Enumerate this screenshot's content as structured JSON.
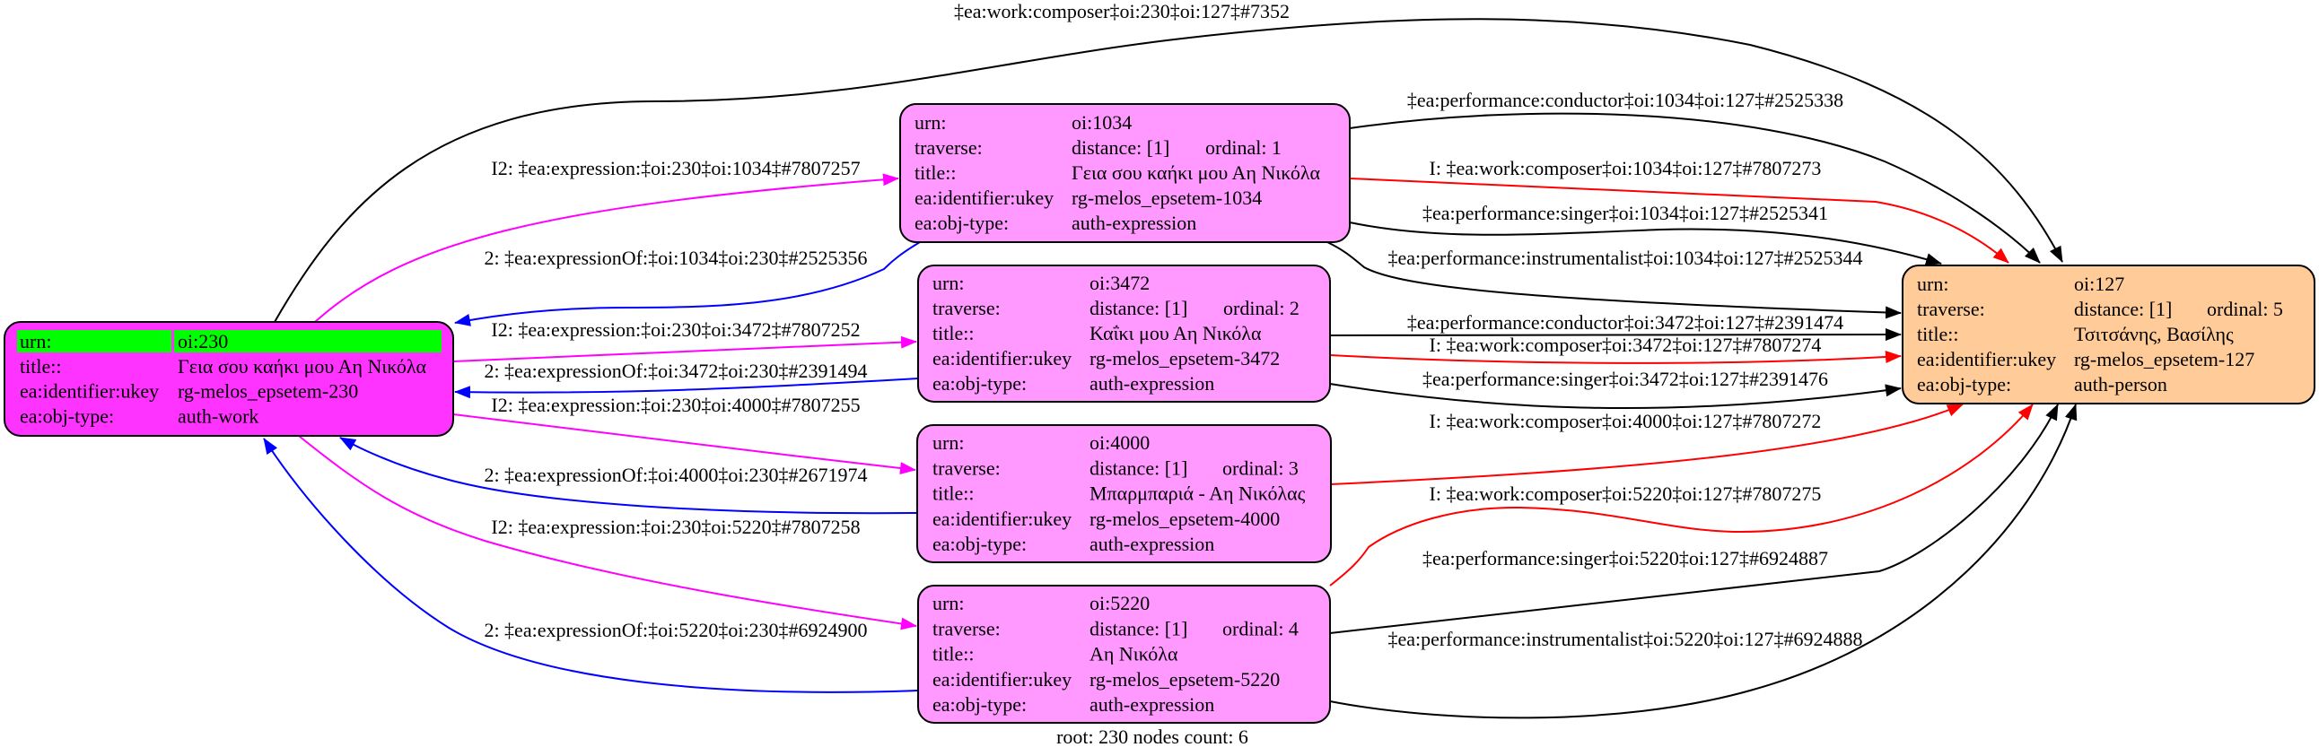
{
  "colors": {
    "root_fill": "#ff33ff",
    "root_highlight": "#00ff00",
    "expression_fill": "#ff99ff",
    "person_fill": "#ffcc99",
    "edge_expression": "#ff00ff",
    "edge_expression_of": "#0000ff",
    "edge_composer": "#ff0000",
    "edge_performance": "#000000"
  },
  "nodes": [
    {
      "id": "230",
      "type": "auth-work",
      "rows": [
        {
          "label": "urn:",
          "value": "oi:230"
        },
        {
          "label": "title::",
          "value": "Γεια σου καήκι μου Αη Νικόλα"
        },
        {
          "label": "ea:identifier:ukey",
          "value": "rg-melos_epsetem-230"
        },
        {
          "label": "ea:obj-type:",
          "value": "auth-work"
        }
      ]
    },
    {
      "id": "1034",
      "type": "auth-expression",
      "rows": [
        {
          "label": "urn:",
          "value": "oi:1034"
        },
        {
          "label": "traverse:",
          "value": "distance: [1]",
          "extra": "ordinal: 1"
        },
        {
          "label": "title::",
          "value": "Γεια σου καήκι μου Αη Νικόλα"
        },
        {
          "label": "ea:identifier:ukey",
          "value": "rg-melos_epsetem-1034"
        },
        {
          "label": "ea:obj-type:",
          "value": "auth-expression"
        }
      ]
    },
    {
      "id": "3472",
      "type": "auth-expression",
      "rows": [
        {
          "label": "urn:",
          "value": "oi:3472"
        },
        {
          "label": "traverse:",
          "value": "distance: [1]",
          "extra": "ordinal: 2"
        },
        {
          "label": "title::",
          "value": "Καΐκι μου Αη Νικόλα"
        },
        {
          "label": "ea:identifier:ukey",
          "value": "rg-melos_epsetem-3472"
        },
        {
          "label": "ea:obj-type:",
          "value": "auth-expression"
        }
      ]
    },
    {
      "id": "4000",
      "type": "auth-expression",
      "rows": [
        {
          "label": "urn:",
          "value": "oi:4000"
        },
        {
          "label": "traverse:",
          "value": "distance: [1]",
          "extra": "ordinal: 3"
        },
        {
          "label": "title::",
          "value": "Μπαρμπαριά - Αη Νικόλας"
        },
        {
          "label": "ea:identifier:ukey",
          "value": "rg-melos_epsetem-4000"
        },
        {
          "label": "ea:obj-type:",
          "value": "auth-expression"
        }
      ]
    },
    {
      "id": "5220",
      "type": "auth-expression",
      "rows": [
        {
          "label": "urn:",
          "value": "oi:5220"
        },
        {
          "label": "traverse:",
          "value": "distance: [1]",
          "extra": "ordinal: 4"
        },
        {
          "label": "title::",
          "value": "Αη Νικόλα"
        },
        {
          "label": "ea:identifier:ukey",
          "value": "rg-melos_epsetem-5220"
        },
        {
          "label": "ea:obj-type:",
          "value": "auth-expression"
        }
      ]
    },
    {
      "id": "127",
      "type": "auth-person",
      "rows": [
        {
          "label": "urn:",
          "value": "oi:127"
        },
        {
          "label": "traverse:",
          "value": "distance: [1]",
          "extra": "ordinal: 5"
        },
        {
          "label": "title::",
          "value": "Τσιτσάνης, Βασίλης"
        },
        {
          "label": "ea:identifier:ukey",
          "value": "rg-melos_epsetem-127"
        },
        {
          "label": "ea:obj-type:",
          "value": "auth-person"
        }
      ]
    }
  ],
  "edges": [
    {
      "label": "‡ea:work:composer‡oi:230‡oi:127‡#7352",
      "kind": "performance"
    },
    {
      "label": "I2: ‡ea:expression:‡oi:230‡oi:1034‡#7807257",
      "kind": "expression"
    },
    {
      "label": "2: ‡ea:expressionOf:‡oi:1034‡oi:230‡#2525356",
      "kind": "expression_of"
    },
    {
      "label": "I2: ‡ea:expression:‡oi:230‡oi:3472‡#7807252",
      "kind": "expression"
    },
    {
      "label": "2: ‡ea:expressionOf:‡oi:3472‡oi:230‡#2391494",
      "kind": "expression_of"
    },
    {
      "label": "I2: ‡ea:expression:‡oi:230‡oi:4000‡#7807255",
      "kind": "expression"
    },
    {
      "label": "2: ‡ea:expressionOf:‡oi:4000‡oi:230‡#2671974",
      "kind": "expression_of"
    },
    {
      "label": "I2: ‡ea:expression:‡oi:230‡oi:5220‡#7807258",
      "kind": "expression"
    },
    {
      "label": "2: ‡ea:expressionOf:‡oi:5220‡oi:230‡#6924900",
      "kind": "expression_of"
    },
    {
      "label": "‡ea:performance:conductor‡oi:1034‡oi:127‡#2525338",
      "kind": "performance"
    },
    {
      "label": "I: ‡ea:work:composer‡oi:1034‡oi:127‡#7807273",
      "kind": "composer"
    },
    {
      "label": "‡ea:performance:singer‡oi:1034‡oi:127‡#2525341",
      "kind": "performance"
    },
    {
      "label": "‡ea:performance:instrumentalist‡oi:1034‡oi:127‡#2525344",
      "kind": "performance"
    },
    {
      "label": "‡ea:performance:conductor‡oi:3472‡oi:127‡#2391474",
      "kind": "performance"
    },
    {
      "label": "I: ‡ea:work:composer‡oi:3472‡oi:127‡#7807274",
      "kind": "composer"
    },
    {
      "label": "‡ea:performance:singer‡oi:3472‡oi:127‡#2391476",
      "kind": "performance"
    },
    {
      "label": "I: ‡ea:work:composer‡oi:4000‡oi:127‡#7807272",
      "kind": "composer"
    },
    {
      "label": "I: ‡ea:work:composer‡oi:5220‡oi:127‡#7807275",
      "kind": "composer"
    },
    {
      "label": "‡ea:performance:singer‡oi:5220‡oi:127‡#6924887",
      "kind": "performance"
    },
    {
      "label": "‡ea:performance:instrumentalist‡oi:5220‡oi:127‡#6924888",
      "kind": "performance"
    }
  ],
  "footer": "root: 230 nodes count: 6"
}
